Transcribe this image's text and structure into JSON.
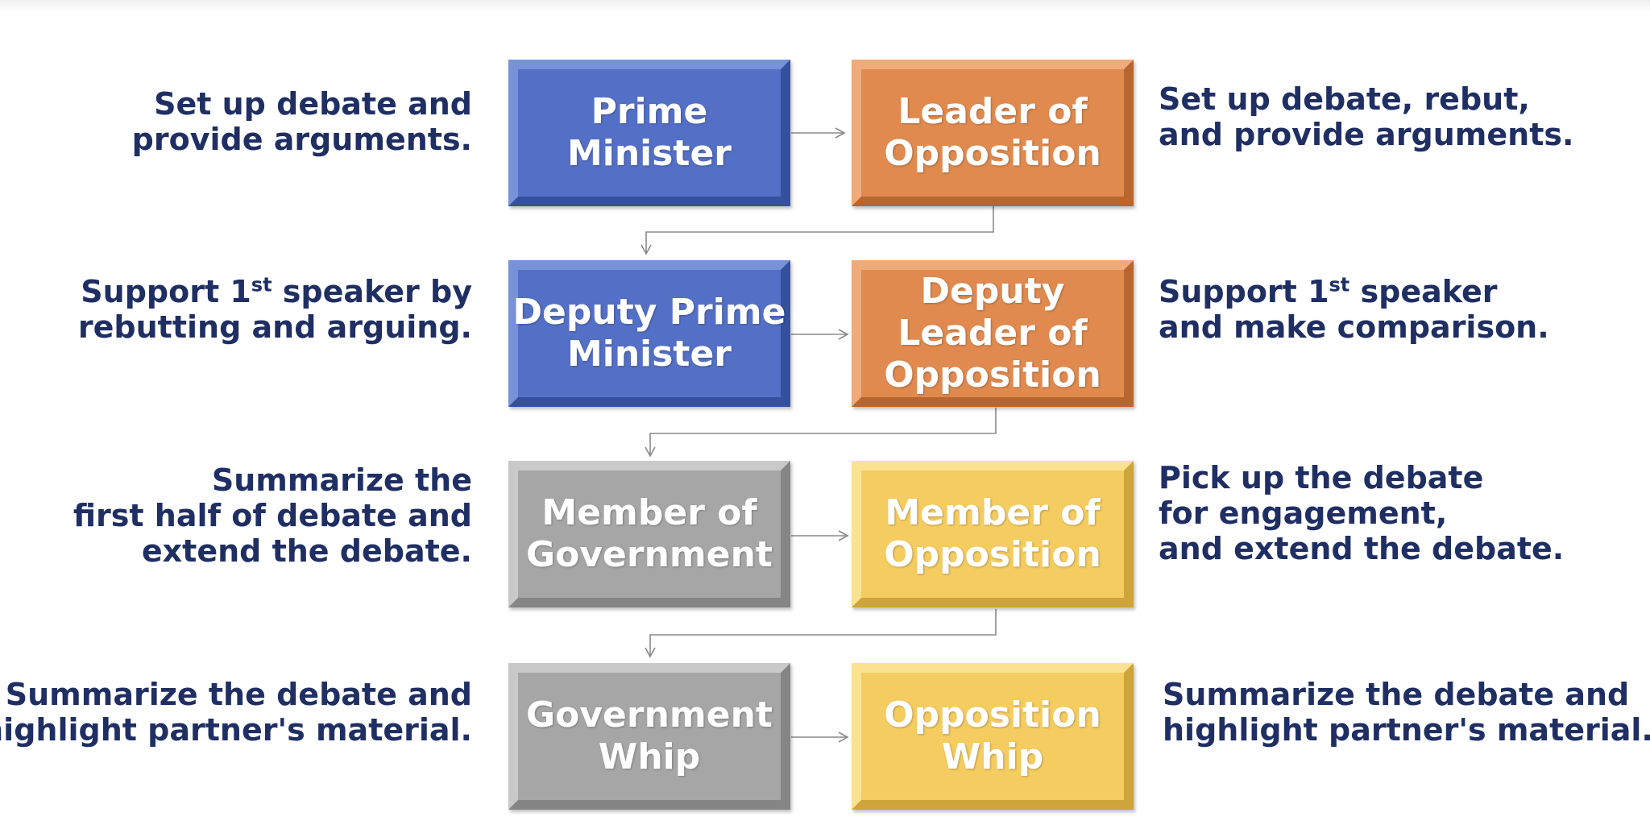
{
  "speakers": {
    "prime_minister": "Prime\nMinister",
    "leader_of_opposition": "Leader of\nOpposition",
    "deputy_prime_minister": "Deputy Prime\nMinister",
    "deputy_leader_of_opposition": "Deputy\nLeader of\nOpposition",
    "member_of_government": "Member of\nGovernment",
    "member_of_opposition": "Member of\nOpposition",
    "government_whip": "Government\nWhip",
    "opposition_whip": "Opposition\nWhip"
  },
  "roles": {
    "prime_minister": "Set up debate and\nprovide arguments.",
    "leader_of_opposition": "Set up debate, rebut,\nand provide arguments.",
    "deputy_prime_minister": [
      "Support 1",
      "st",
      " speaker by\nrebutting and arguing."
    ],
    "deputy_leader_of_opposition": [
      "Support 1",
      "st",
      " speaker\nand make comparison."
    ],
    "member_of_government": "Summarize the\nfirst half of debate and\nextend the debate.",
    "member_of_opposition": "Pick up the debate\nfor engagement,\nand extend the debate.",
    "government_whip": "Summarize the debate and\nhighlight partner's material.",
    "opposition_whip": "Summarize the debate and\nhighlight partner's material."
  },
  "colors": {
    "government_openers": "#5470c6",
    "opposition_openers": "#e08a4f",
    "government_closers": "#a6a6a6",
    "opposition_closers": "#f5cc5f",
    "description_text": "#1f2f63",
    "connector": "#8a8a8a"
  }
}
